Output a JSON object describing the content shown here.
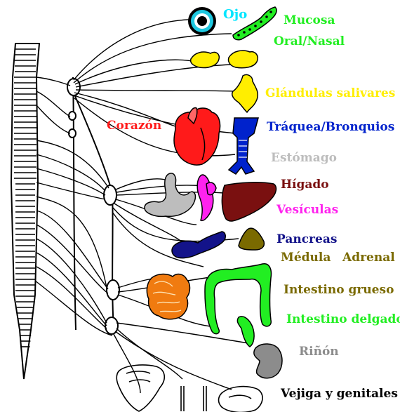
{
  "labels": {
    "ojo": "Ojo",
    "mucosa_line1": "Mucosa",
    "mucosa_line2": "Oral/Nasal",
    "glandulas": "Glándulas salivares",
    "corazon": "Corazón",
    "traquea": "Tráquea/Bronquios",
    "estomago": "Estómago",
    "higado": "Hígado",
    "vesiculas": "Vesículas",
    "pancreas": "Pancreas",
    "medula": "Médula",
    "adrenal": "Adrenal",
    "intestino_grueso": "Intestino grueso",
    "intestino_delgado": "Intestino delgado",
    "rinon": "Riñón",
    "vejiga": "Vejiga y genitales"
  },
  "colors": {
    "ojo": "#00e5ff",
    "mucosa": "#22ee22",
    "glandulas": "#ffee00",
    "corazon": "#ff1a1a",
    "traquea": "#0022cc",
    "estomago": "#bdbdbd",
    "higado": "#7a1010",
    "vesiculas": "#ff22ee",
    "pancreas": "#13138a",
    "adrenal": "#7a6a00",
    "intestino_grueso": "#7a6a00",
    "intestino_delgado": "#22ee22",
    "rinon": "#8c8c8c",
    "vejiga": "#000000"
  }
}
